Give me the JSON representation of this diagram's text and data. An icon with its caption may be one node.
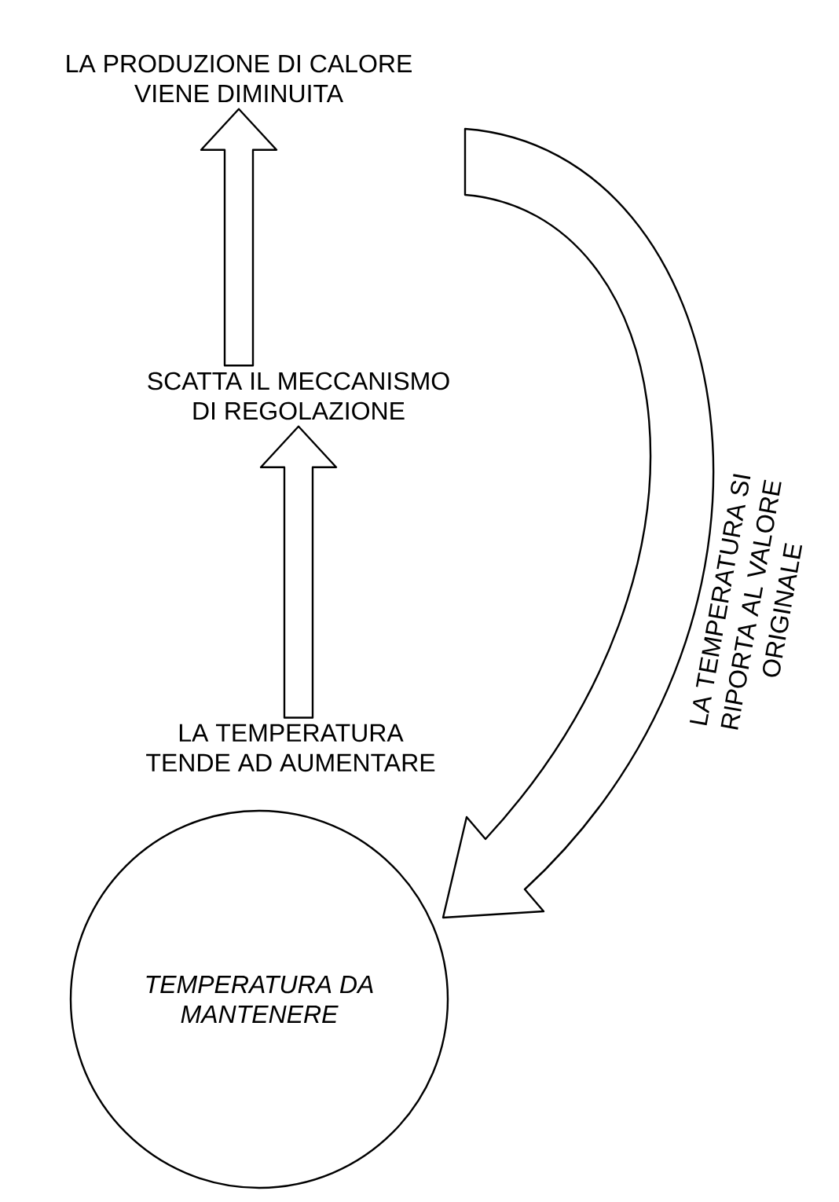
{
  "diagram": {
    "nodes": [
      {
        "text": [
          "LA PRODUZIONE DI CALORE VIENE DIMINUITA"
        ]
      },
      {
        "text": [
          "SCATTA IL MECCANISMO DI REGOLAZIONE"
        ]
      },
      {
        "text": [
          "LA TEMPERATURA TENDE AD AUMENTARE"
        ]
      },
      {
        "text": [
          "TEMPERATURA DA MANTENERE"
        ]
      }
    ],
    "edges": [
      {
        "from": 2,
        "to": 1,
        "arrow": "to"
      },
      {
        "from": 1,
        "to": 0,
        "arrow": "to"
      },
      {
        "from": 0,
        "to": 3,
        "arrow": "to",
        "label": "LA TEMPERATURA SI RIPORTA AL VALORE ORIGINALE"
      }
    ]
  }
}
